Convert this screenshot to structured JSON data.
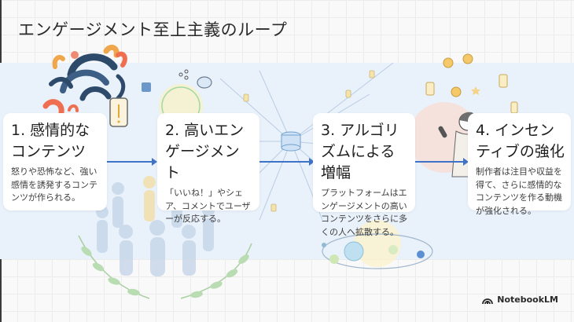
{
  "slide": {
    "title": "エンゲージメント至上主義のループ"
  },
  "steps": [
    {
      "number": "1.",
      "title": "1. 感情的なコンテンツ",
      "body": "怒りや恐怖など、強い感情を誘発するコンテンツが作られる。",
      "illustration": "emotional-swirl-phone-alert"
    },
    {
      "number": "2.",
      "title": "2. 高いエンゲージメント",
      "body": "「いいね！」やシェア、コメントでユーザーが反応する。",
      "illustration": "crowd-likes-shares-comments"
    },
    {
      "number": "3.",
      "title": "3. アルゴリズムによる増幅",
      "body": "プラットフォームはエンゲージメントの高いコンテンツをさらに多くの人へ拡散する。",
      "illustration": "database-network-orbit"
    },
    {
      "number": "4.",
      "title": "4. インセンティブの強化",
      "body": "制作者は注目や収益を得て、さらに感情的なコンテンツを作る動機が強化される。",
      "illustration": "creator-microphone-coins"
    }
  ],
  "branding": {
    "label": "NotebookLM",
    "icon": "notebooklm-logo-icon"
  },
  "colors": {
    "band": "#e9f1fb",
    "arrow": "#3f73c8",
    "card": "#ffffff",
    "text": "#1f1f1f"
  }
}
